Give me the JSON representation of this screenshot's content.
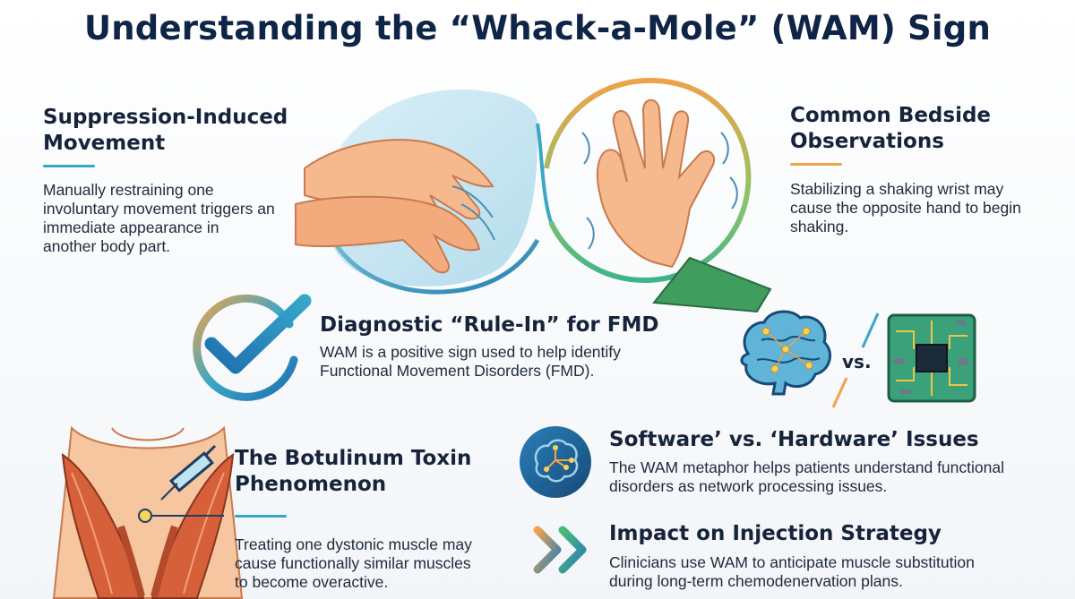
{
  "title": "Understanding the “Whack-a-Mole” (WAM) Sign",
  "sections": {
    "suppression": {
      "heading": "Suppression-Induced Movement",
      "body": "Manually restraining one involuntary movement triggers an immediate appearance in another body part."
    },
    "bedside": {
      "heading": "Common Bedside Observations",
      "body": "Stabilizing a shaking wrist may cause the opposite hand to begin shaking."
    },
    "diagnostic": {
      "heading": "Diagnostic “Rule-In” for FMD",
      "body": "WAM is a positive sign used to help identify Functional Movement Disorders (FMD)."
    },
    "versus_label": "vs.",
    "botulinum": {
      "heading": "The Botulinum Toxin Phenomenon",
      "body": "Treating one dystonic muscle may cause functionally similar muscles to become overactive."
    },
    "software": {
      "heading": "Software’ vs. ‘Hardware’ Issues",
      "body": "The WAM metaphor helps patients understand functional disorders as network processing issues."
    },
    "injection": {
      "heading": "Impact on Injection Strategy",
      "body": "Clinicians use WAM to anticipate muscle substitution during long-term chemodenervation plans."
    }
  },
  "icons": {
    "hands": "restrained-hand-and-shaking-hand-illustration",
    "check": "checkmark-circle-icon",
    "brain": "brain-network-icon",
    "chip": "circuit-chip-icon",
    "neck": "neck-muscles-injection-illustration",
    "brain_circuit": "brain-circuit-icon",
    "chevrons": "double-chevron-icon"
  },
  "colors": {
    "navy": "#0f2547",
    "teal": "#36a6c9",
    "orange": "#f0a24a",
    "green": "#4dbb73",
    "skin": "#f6b98e",
    "muscle": "#d6603a"
  }
}
